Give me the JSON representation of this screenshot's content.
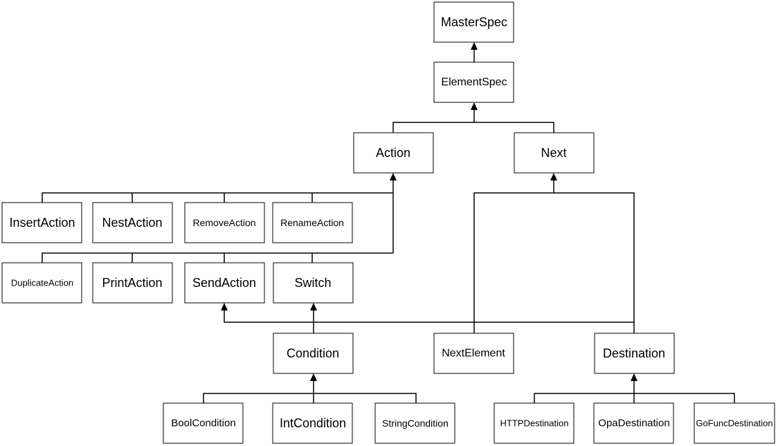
{
  "diagram": {
    "nodes": {
      "masterspec": "MasterSpec",
      "elementspec": "ElementSpec",
      "action": "Action",
      "next": "Next",
      "insertaction": "InsertAction",
      "nestaction": "NestAction",
      "removeaction": "RemoveAction",
      "renameaction": "RenameAction",
      "duplicateaction": "DuplicateAction",
      "printaction": "PrintAction",
      "sendaction": "SendAction",
      "switch": "Switch",
      "condition": "Condition",
      "nextelement": "NextElement",
      "destination": "Destination",
      "boolcondition": "BoolCondition",
      "intcondition": "IntCondition",
      "stringcondition": "StringCondition",
      "httpdestination": "HTTPDestination",
      "opadestination": "OpaDestination",
      "gofuncdestination": "GoFuncDestination"
    },
    "colors": {
      "stroke": "#000000",
      "fill": "#ffffff"
    }
  }
}
